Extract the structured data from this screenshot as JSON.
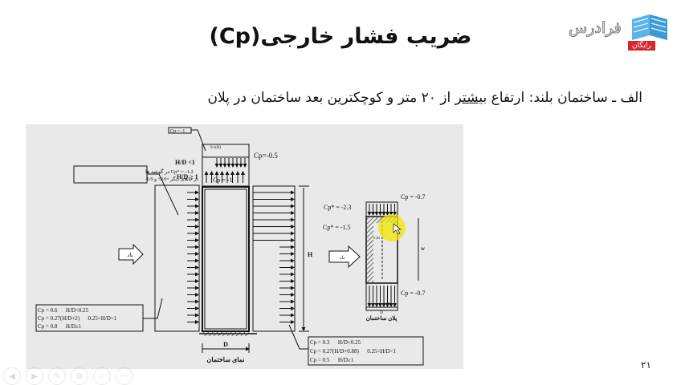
{
  "slide": {
    "title": "ضریب فشار خارجی(Cp)",
    "subtitle_pre": "الف ـ ساختمان بلند: ارتفاع ",
    "subtitle_underlined": "بیشتر",
    "subtitle_post": " از ۲۰ متر و کوچکترین بعد ساختمان در پلان",
    "slide_number": "۲۱"
  },
  "logo": {
    "name": "فرادرس",
    "badge": "رایگان"
  },
  "elevation": {
    "cp_roof_edge": "Cp = -1",
    "roof_dim": "0.1(H)",
    "hd_lt1": "H/D <1",
    "hd_ge1": "H/D ≥ 1",
    "cp_roof_mid": "Cp=-0.5",
    "cp_roof": "Cp = -1",
    "corner_line1": "Cp* = -1.2 در گوشه ها",
    "corner_line2": "در جاهای دیگر =0.9+ و 0.9-",
    "wind": "باد",
    "height": "H",
    "width": "D",
    "caption": "نمای ساختمان",
    "windward": [
      "Cp = 0.6      H/D<0.25",
      "Cp = 0.27(H/D+2)      0.25<H/D<1",
      "Cp = 0.8      H/D≥1"
    ],
    "leeward": [
      "Cp = 0.3      H/D<0.25",
      "Cp = 0.27(H/D+0.88)      0.25<H/D<1",
      "Cp = 0.5      H/D≥1"
    ]
  },
  "plan": {
    "cp_top": "Cp = -0.7",
    "cp_bottom": "Cp = -0.7",
    "cp_corner": "Cp* = -2.3",
    "cp_side": "Cp* = -1.5",
    "wind": "باد",
    "width_label": "W",
    "depth_label": "D",
    "dim_small": "0.1D",
    "dim_small2": "0.2D",
    "caption": "پلان ساختمان"
  },
  "toolbar": {
    "items": [
      "◀",
      "▶",
      "✎",
      "⧉",
      "⌕",
      "⋯"
    ]
  },
  "colors": {
    "panel": "#e9e9e9",
    "highlight": "#f2e600",
    "badge": "#d9262a"
  }
}
